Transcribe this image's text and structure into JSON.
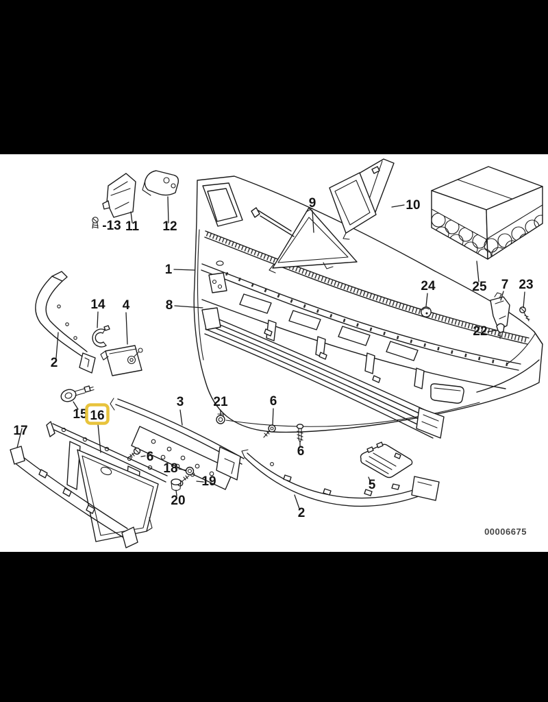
{
  "diagram": {
    "doc_number": "00006675",
    "highlighted_part": "16",
    "highlight_color": "#e8c33c",
    "dimmed_color": "#a9a9a9",
    "line_color": "#1b1b1b",
    "canvas_color": "#ffffff",
    "background_color": "#000000"
  },
  "callouts": [
    {
      "id": "13",
      "label": "-13"
    },
    {
      "id": "11",
      "label": "11"
    },
    {
      "id": "12",
      "label": "12"
    },
    {
      "id": "9",
      "label": "9"
    },
    {
      "id": "10",
      "label": "10"
    },
    {
      "id": "25",
      "label": "25"
    },
    {
      "id": "7",
      "label": "7"
    },
    {
      "id": "23",
      "label": "23"
    },
    {
      "id": "24",
      "label": "24"
    },
    {
      "id": "22",
      "label": "22"
    },
    {
      "id": "1",
      "label": "1"
    },
    {
      "id": "8",
      "label": "8"
    },
    {
      "id": "2-left",
      "label": "2"
    },
    {
      "id": "14",
      "label": "14"
    },
    {
      "id": "4",
      "label": "4"
    },
    {
      "id": "15",
      "label": "15"
    },
    {
      "id": "16",
      "label": "16",
      "highlighted": true
    },
    {
      "id": "17",
      "label": "17",
      "dimmed": true
    },
    {
      "id": "6-left",
      "label": "6"
    },
    {
      "id": "3",
      "label": "3"
    },
    {
      "id": "21",
      "label": "21"
    },
    {
      "id": "6-mid",
      "label": "6"
    },
    {
      "id": "6-right",
      "label": "6"
    },
    {
      "id": "18",
      "label": "18"
    },
    {
      "id": "19",
      "label": "19"
    },
    {
      "id": "20",
      "label": "20"
    },
    {
      "id": "5",
      "label": "5"
    },
    {
      "id": "2-right",
      "label": "2"
    }
  ]
}
